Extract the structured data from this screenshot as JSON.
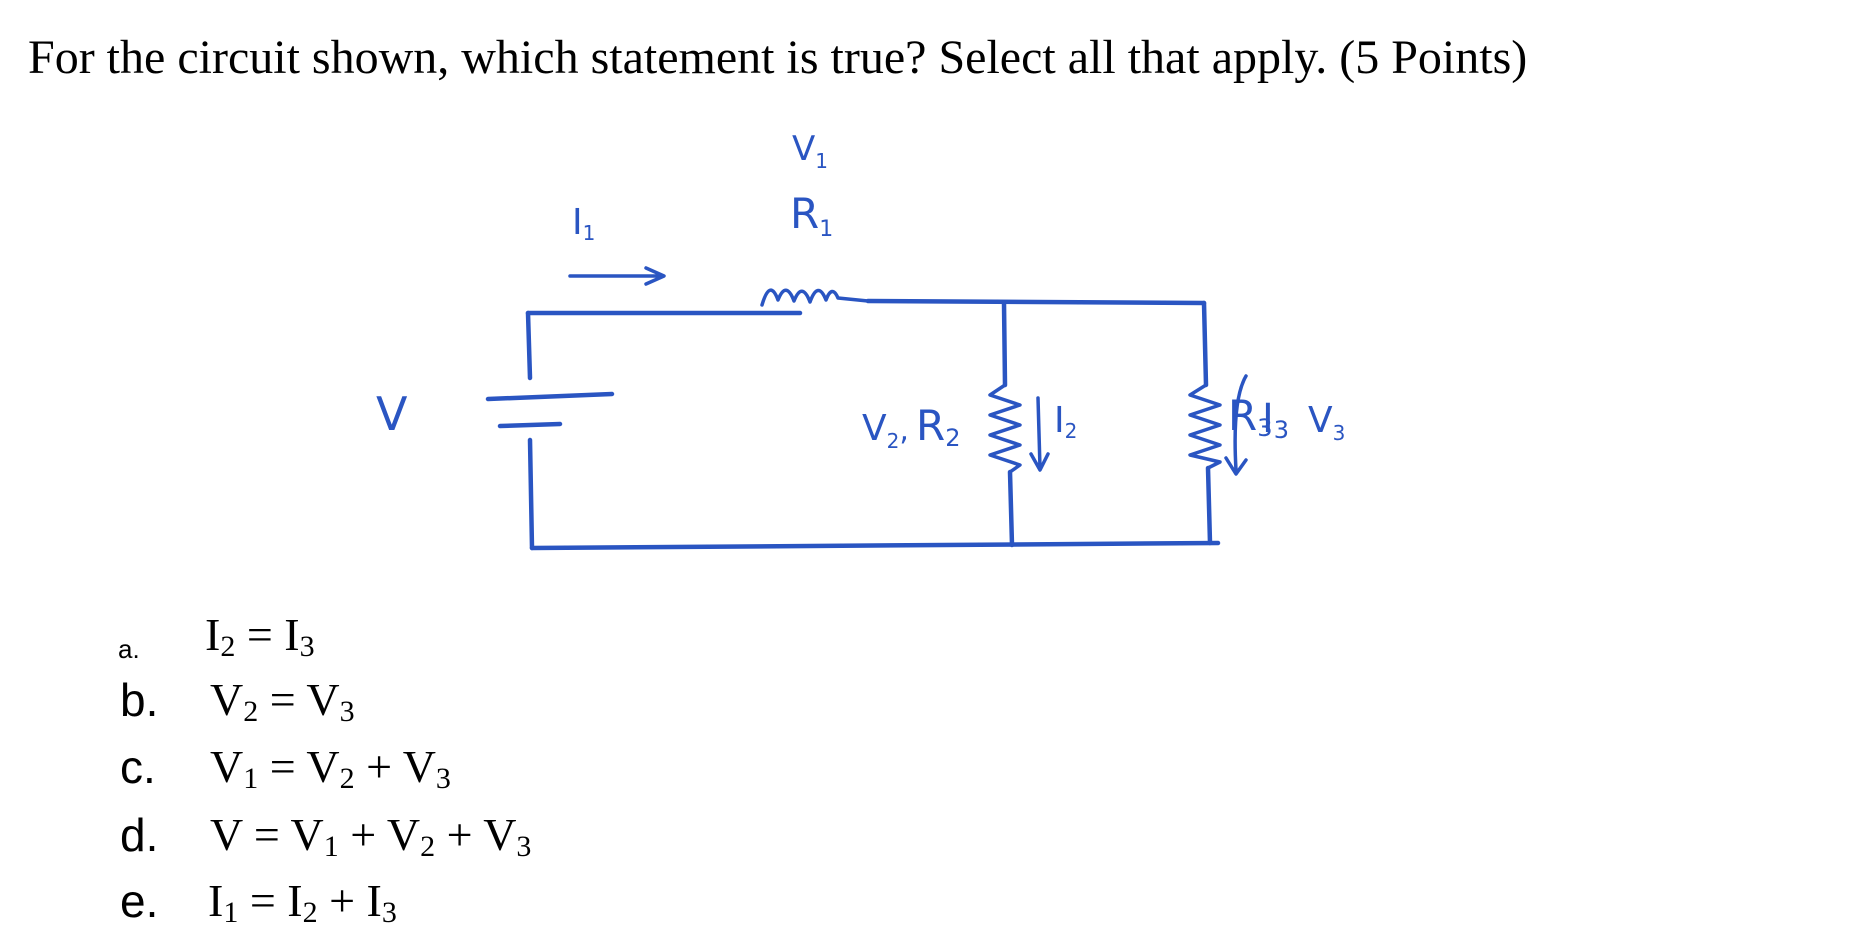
{
  "question": "For the circuit shown, which statement is true? Select all that apply. (5 Points)",
  "diagram": {
    "labels": {
      "source": "V",
      "r1_voltage": "V",
      "r1_voltage_sub": "1",
      "r1_name": "R",
      "r1_name_sub": "1",
      "i1": "I",
      "i1_sub": "1",
      "r2_voltage": "V",
      "r2_voltage_sub": "2",
      "r2_name": "R",
      "r2_name_sub": "2",
      "i2": "I",
      "i2_sub": "2",
      "r3_name": "R",
      "r3_name_sub": "3",
      "i3": "I",
      "i3_sub": "3",
      "r3_voltage": "V",
      "r3_voltage_sub": "3"
    },
    "colors": {
      "ink": "#2a55c2"
    }
  },
  "options": [
    {
      "letter": "a.",
      "parts": [
        "I",
        "2",
        " = I",
        "3"
      ]
    },
    {
      "letter": "b.",
      "parts": [
        "V",
        "2",
        " = V",
        "3"
      ]
    },
    {
      "letter": "c.",
      "parts": [
        "V",
        "1",
        " = V",
        "2",
        " + V",
        "3"
      ]
    },
    {
      "letter": "d.",
      "parts": [
        "V = V",
        "1",
        " + V",
        "2",
        " + V",
        "3"
      ]
    },
    {
      "letter": "e.",
      "parts": [
        "I",
        "1",
        " = I",
        "2",
        " + I",
        "3"
      ]
    }
  ]
}
